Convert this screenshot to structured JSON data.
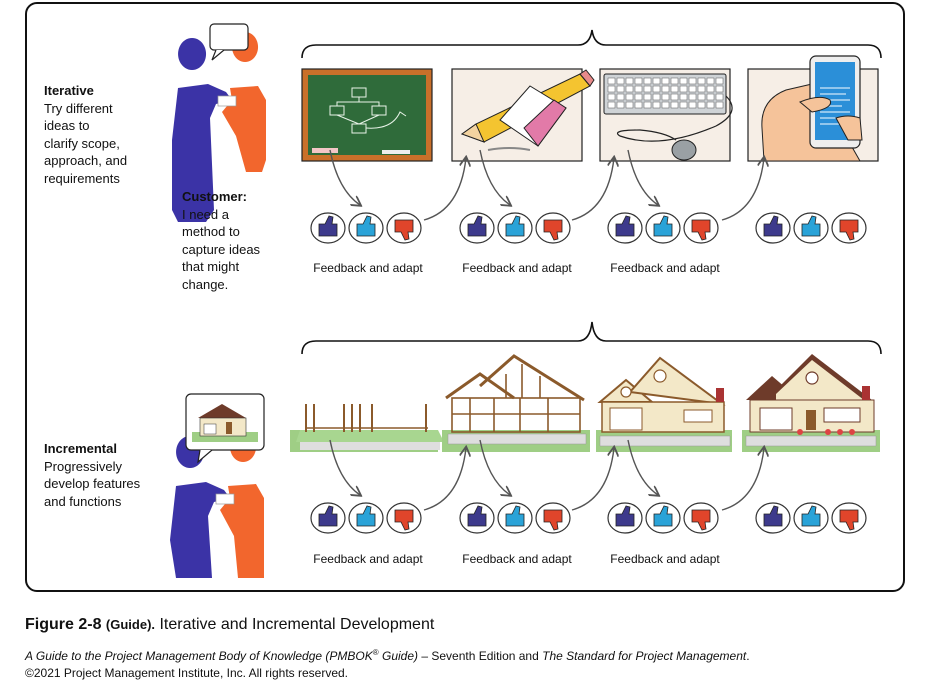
{
  "iterative": {
    "heading": "Iterative",
    "body": "Try different\nideas to\nclarify scope,\napproach, and\nrequirements"
  },
  "customer": {
    "heading": "Customer:",
    "body": "I need a\nmethod to\ncapture ideas\nthat might\nchange."
  },
  "incremental": {
    "heading": "Incremental",
    "body": "Progressively\ndevelop features\nand functions"
  },
  "feedback_labels": [
    "Feedback and adapt",
    "Feedback and adapt",
    "Feedback and adapt",
    "Feedback and adapt",
    "Feedback and adapt",
    "Feedback and adapt"
  ],
  "figure_caption": {
    "number": "Figure 2-8",
    "tag": "(Guide).",
    "title": "Iterative and Incremental Development"
  },
  "source": {
    "guide_title": "A Guide to the Project Management Body of Knowledge (PMBOK",
    "guide_reg": "®",
    "guide_end": " Guide)",
    "middle": " – Seventh Edition and ",
    "standard": "The Standard for Project Management",
    "end": ".",
    "copyright": "©2021 Project Management Institute, Inc. All rights reserved."
  },
  "colors": {
    "chalkboard": "#2f6b3a",
    "chalkboard_frame": "#c9702a",
    "panel_bg": "#f6eee6",
    "thumbs_up": "#3d3a8c",
    "thumbs_mid": "#2aa3d8",
    "thumbs_down": "#e0452b",
    "person_blue": "#3b33a6",
    "person_orange": "#f2662d",
    "phone_screen": "#2b8fd8",
    "house_body": "#f3e8c8",
    "house_frame": "#8b5a2b",
    "grass": "#9fce85",
    "roof": "#6e3b2a"
  }
}
